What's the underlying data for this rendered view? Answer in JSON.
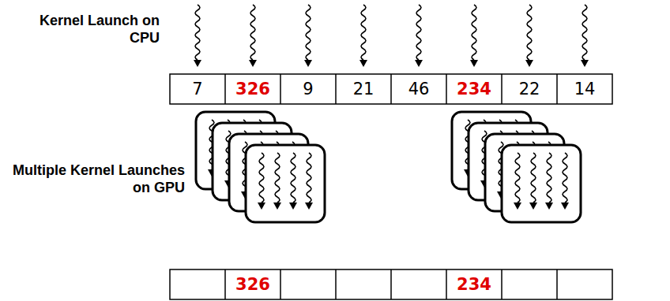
{
  "diagram": {
    "labels": [
      "Kernel Launch on CPU",
      "7",
      "326",
      "9",
      "21",
      "46",
      "234",
      "22",
      "14",
      "Multiple Kernel Launches on GPU",
      "326",
      "234"
    ]
  }
}
